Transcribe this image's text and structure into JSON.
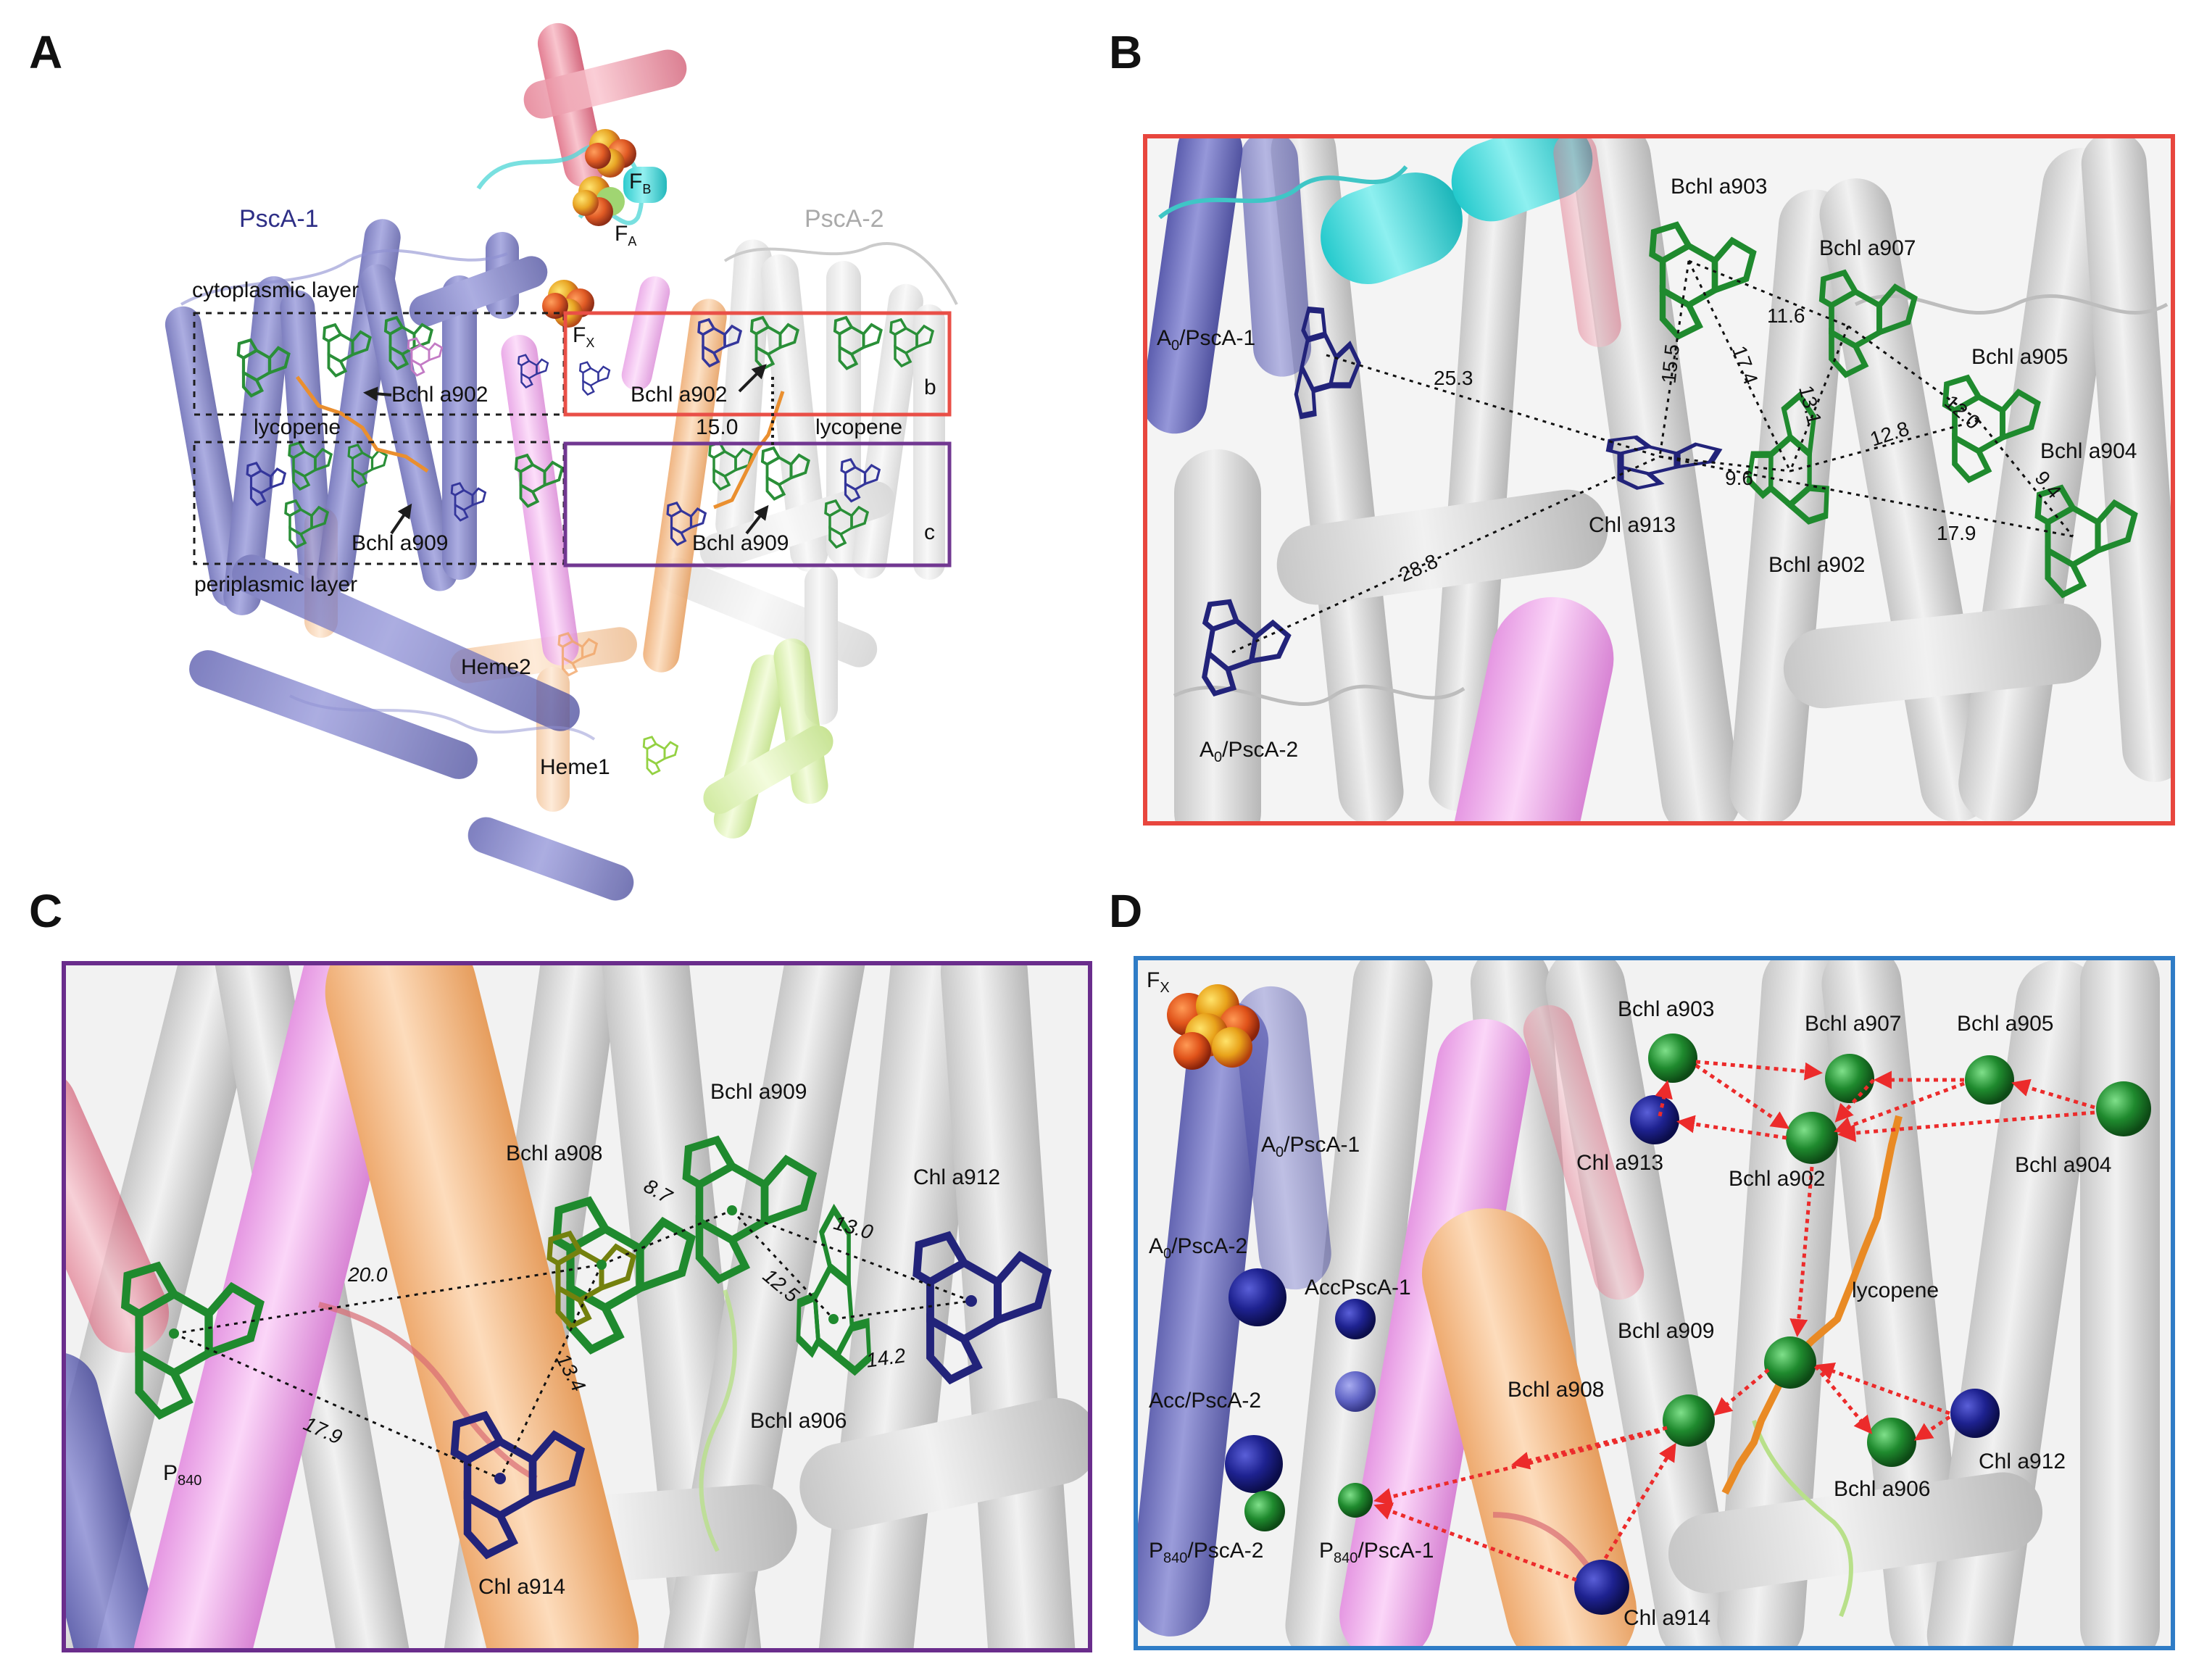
{
  "panel_letters": {
    "a": "A",
    "b": "B",
    "c": "C",
    "d": "D"
  },
  "panel_a": {
    "chain1": "PscA-1",
    "chain2": "PscA-2",
    "cyto_layer": "cytoplasmic layer",
    "peri_layer": "periplasmic layer",
    "fb": "F",
    "fb_sub": "B",
    "fa": "F",
    "fa_sub": "A",
    "fx": "F",
    "fx_sub": "X",
    "bchl902_left": "Bchl a902",
    "bchl902_right": "Bchl a902",
    "lycopene_left": "lycopene",
    "lycopene_right": "lycopene",
    "bchl909_left": "Bchl a909",
    "bchl909_right": "Bchl a909",
    "distance": "15.0",
    "box_b": "b",
    "box_c": "c",
    "heme2": "Heme2",
    "heme1": "Heme1"
  },
  "panel_b": {
    "a0_1": "A",
    "a0_1_sub": "0",
    "a0_1_rest": "/PscA-1",
    "a0_2": "A",
    "a0_2_sub": "0",
    "a0_2_rest": "/PscA-2",
    "bchl903": "Bchl a903",
    "bchl907": "Bchl a907",
    "bchl905": "Bchl a905",
    "bchl904": "Bchl a904",
    "bchl902": "Bchl a902",
    "chl913": "Chl a913",
    "d253": "25.3",
    "d155": "15.5",
    "d174": "17.4",
    "d116": "11.6",
    "d131": "13.1",
    "d120": "12.0",
    "d128": "12.8",
    "d96": "9.6",
    "d94": "9.4",
    "d179": "17.9",
    "d288": "28.8"
  },
  "panel_c": {
    "bchl909": "Bchl a909",
    "bchl908": "Bchl a908",
    "chl912": "Chl a912",
    "bchl906": "Bchl a906",
    "chl914": "Chl a914",
    "p840": "P",
    "p840_sub": "840",
    "d200": "20.0",
    "d87": "8.7",
    "d130": "13.0",
    "d125": "12.5",
    "d142": "14.2",
    "d134": "13.4",
    "d179": "17.9"
  },
  "panel_d": {
    "fx": "F",
    "fx_sub": "X",
    "bchl903": "Bchl a903",
    "bchl907": "Bchl a907",
    "bchl905": "Bchl a905",
    "bchl904": "Bchl a904",
    "chl913": "Chl a913",
    "bchl902": "Bchl a902",
    "lycopene": "lycopene",
    "bchl909": "Bchl a909",
    "bchl908": "Bchl a908",
    "bchl906": "Bchl a906",
    "chl912": "Chl a912",
    "chl914": "Chl a914",
    "a0_1": "A",
    "a0_1_sub": "0",
    "a0_1_rest": "/PscA-1",
    "a0_2": "A",
    "a0_2_sub": "0",
    "a0_2_rest": "/PscA-2",
    "acc1": "AccPscA-1",
    "acc2": "Acc/PscA-2",
    "p840_2": "P",
    "p840_2_sub": "840",
    "p840_2_rest": "/PscA-2",
    "p840_1": "P",
    "p840_1_sub": "840",
    "p840_1_rest": "/PscA-1"
  },
  "colors": {
    "box_b": "#e8463e",
    "box_c": "#6a2d8c",
    "box_d": "#2f7cc6",
    "bchl_green": "#1f8a2e",
    "chl_blue": "#22237a",
    "lycopene_orange": "#e98a24",
    "arrow_red": "#ec2b2b",
    "helix_grey": "#d2d2d2",
    "helix_pink": "#f1b2ee",
    "helix_orange": "#f7c595",
    "helix_navy": "#5a5cb1",
    "helix_lime": "#d8f2a3"
  }
}
